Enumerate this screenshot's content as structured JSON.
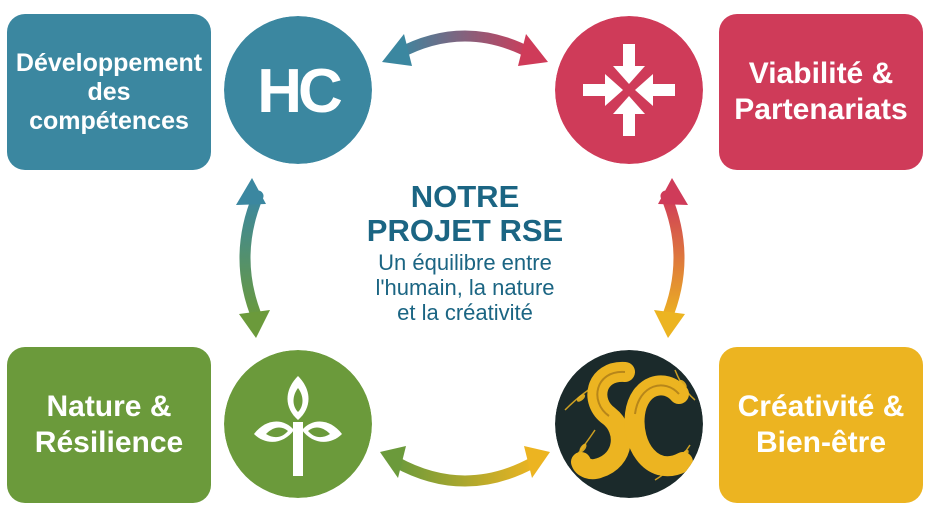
{
  "colors": {
    "blue": "#3b87a0",
    "red": "#cf3b59",
    "green": "#6b9a3b",
    "yellow": "#ecb421",
    "dark": "#1b2a2b",
    "title": "#1b6583"
  },
  "boxes": {
    "development": {
      "line1": "Développement",
      "line2": "des",
      "line3": "compétences"
    },
    "viability": {
      "line1": "Viabilité &",
      "line2": "Partenariats"
    },
    "nature": {
      "line1": "Nature &",
      "line2": "Résilience"
    },
    "creativity": {
      "line1": "Créativité &",
      "line2": "Bien-être"
    }
  },
  "circles": {
    "hc": {
      "logo_text": "HC",
      "icon": "hc-logo-icon"
    },
    "viability": {
      "icon": "converging-arrows-icon"
    },
    "nature": {
      "icon": "three-leaf-plant-icon"
    },
    "creativity": {
      "icon": "sc-monogram-icon"
    }
  },
  "center": {
    "title_line1": "NOTRE",
    "title_line2": "PROJET RSE",
    "subtitle_line1": "Un équilibre entre",
    "subtitle_line2": "l'humain, la nature",
    "subtitle_line3": "et la créativité"
  }
}
